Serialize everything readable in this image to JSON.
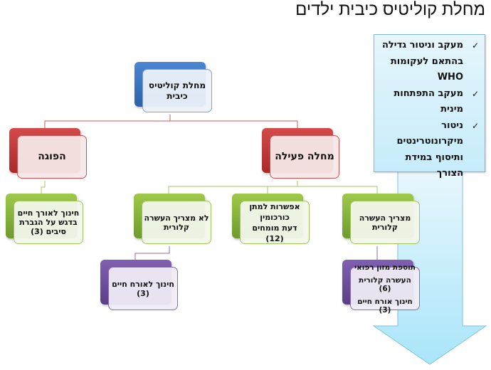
{
  "title": "מחלת קוליטיס כיבית ילדים",
  "root": {
    "label": "מחלת קוליטיס כיבית"
  },
  "level1": [
    {
      "label": "הפוגה"
    },
    {
      "label": "מחלה פעילה"
    }
  ],
  "level2": [
    {
      "lines": [
        "חינוך לאורך חיים",
        "בדגש על הגברת",
        "סיבים (3)"
      ]
    },
    {
      "lines": [
        "לא מצריך העשרה",
        "קלורית"
      ]
    },
    {
      "lines": [
        "אפשרות למתן",
        "כורכומין",
        "דעת מומחים (12)"
      ]
    },
    {
      "lines": [
        "מצריך העשרה",
        "קלורית"
      ]
    }
  ],
  "level3": [
    {
      "lines": [
        "חינוך לאורח חיים",
        "(3)"
      ]
    },
    {
      "lines": [
        "תוספת מזון רפואי",
        "העשרה קלורית (6)",
        "חינוך אורח חיים",
        "(3)"
      ]
    }
  ],
  "callout": {
    "items": [
      "מעקב וניטור גדילה בהתאם לעקומות WHO",
      "מעקב התפתחות מינית",
      "ניטור מיקרונוטרינטים ותיסוף במידת הצורך"
    ],
    "check_symbol": "✓"
  },
  "colors": {
    "blue": "#3C78C6",
    "red": "#C33B3B",
    "green": "#8DB844",
    "purple": "#6E4E9E",
    "arrow": "#BDEBFB"
  }
}
